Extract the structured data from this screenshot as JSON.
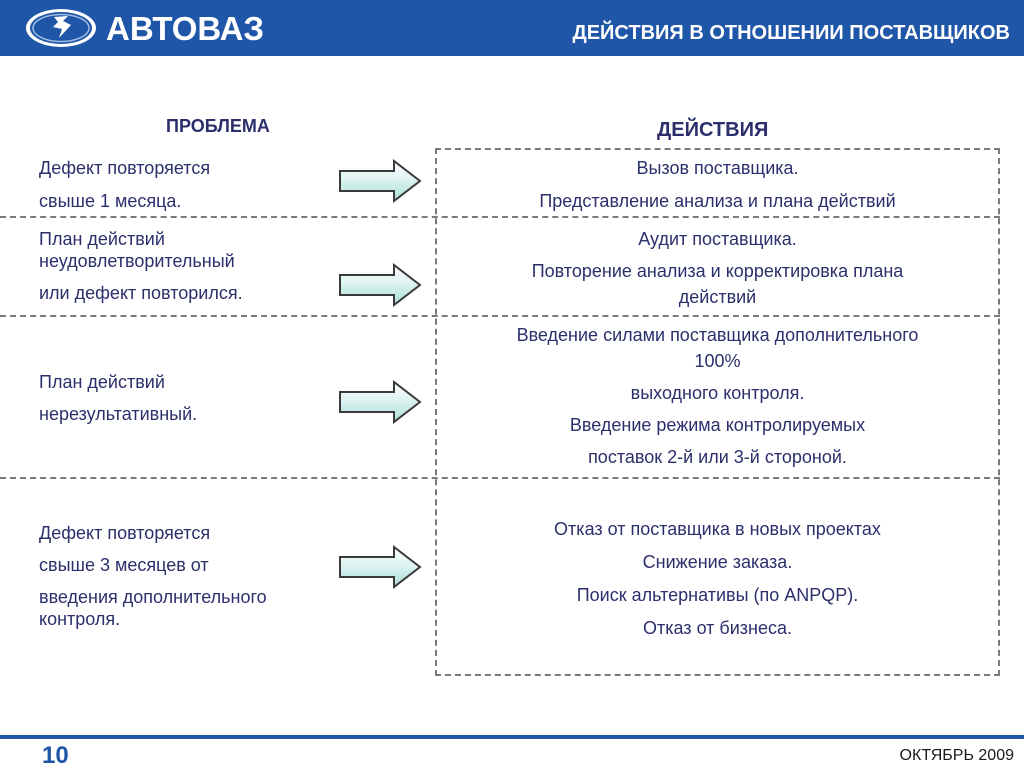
{
  "header": {
    "brand": "АВТОВАЗ",
    "title": "ДЕЙСТВИЯ В ОТНОШЕНИИ ПОСТАВЩИКОВ"
  },
  "columns": {
    "problem": "ПРОБЛЕМА",
    "actions": "ДЕЙСТВИЯ"
  },
  "rows": [
    {
      "problem": [
        "Дефект повторяется",
        "свыше  1 месяца."
      ],
      "actions": [
        "Вызов поставщика.",
        "Представление анализа и плана действий"
      ]
    },
    {
      "problem": [
        "План действий",
        "неудовлетворительный",
        "или  дефект повторился."
      ],
      "actions": [
        "Аудит поставщика.",
        "Повторение анализа и корректировка  плана",
        "действий"
      ]
    },
    {
      "problem": [
        "План действий",
        "нерезультативный."
      ],
      "actions": [
        "Введение силами поставщика дополнительного",
        "100%",
        "выходного контроля.",
        "Введение режима контролируемых",
        "поставок 2-й или 3-й стороной."
      ]
    },
    {
      "problem": [
        "Дефект повторяется",
        "свыше 3 месяцев от",
        "введения дополнительного",
        "контроля."
      ],
      "actions": [
        "Отказ от поставщика в новых проектах",
        "Снижение заказа.",
        "Поиск альтернативы (по ANPQP).",
        "Отказ от бизнеса."
      ]
    }
  ],
  "footer": {
    "page_number": "10",
    "date": "ОКТЯБРЬ 2009"
  },
  "colors": {
    "brand_blue": "#1f56a8",
    "text_navy": "#2b2f6b",
    "dashed_border": "#7a7a7a"
  },
  "icons": [
    "lada-logo",
    "right-arrow-icon"
  ]
}
